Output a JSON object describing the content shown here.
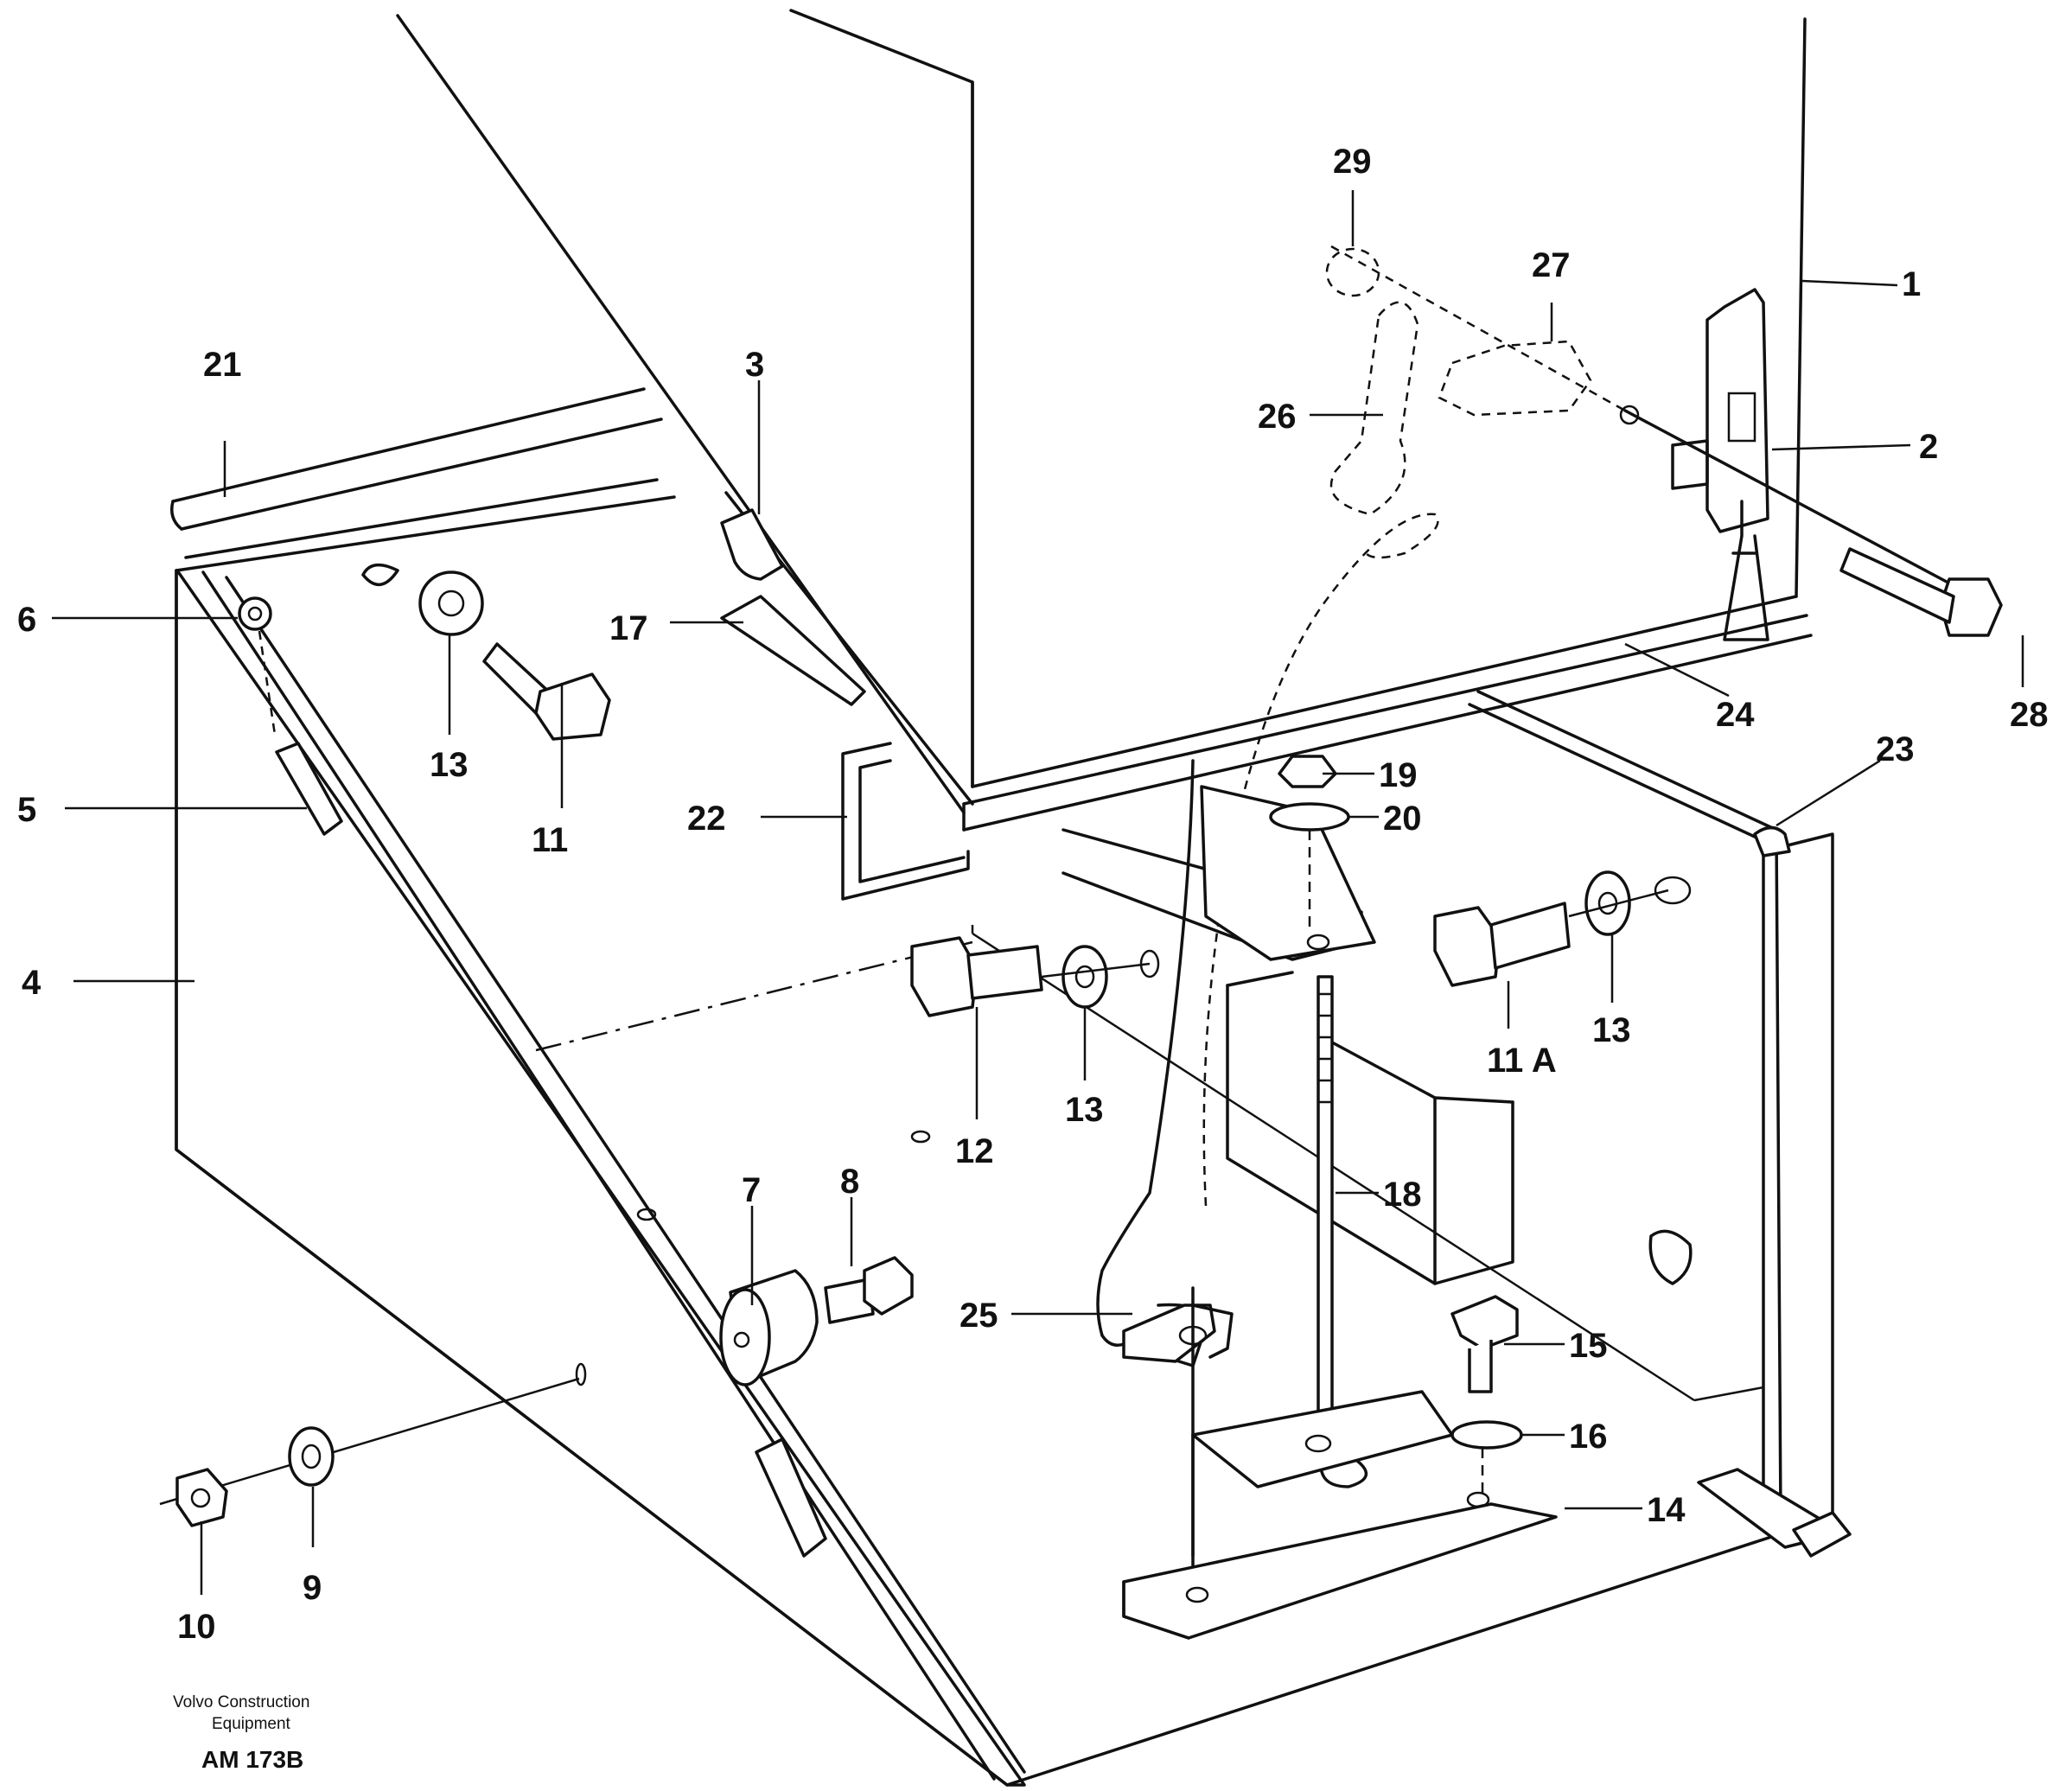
{
  "callouts": [
    {
      "id": "c1",
      "text": "1"
    },
    {
      "id": "c2",
      "text": "2"
    },
    {
      "id": "c3",
      "text": "3"
    },
    {
      "id": "c4",
      "text": "4"
    },
    {
      "id": "c5",
      "text": "5"
    },
    {
      "id": "c6",
      "text": "6"
    },
    {
      "id": "c7",
      "text": "7"
    },
    {
      "id": "c8",
      "text": "8"
    },
    {
      "id": "c9",
      "text": "9"
    },
    {
      "id": "c10",
      "text": "10"
    },
    {
      "id": "c11",
      "text": "11"
    },
    {
      "id": "c11a",
      "text": "11 A"
    },
    {
      "id": "c12",
      "text": "12"
    },
    {
      "id": "c13a",
      "text": "13"
    },
    {
      "id": "c13b",
      "text": "13"
    },
    {
      "id": "c13c",
      "text": "13"
    },
    {
      "id": "c14",
      "text": "14"
    },
    {
      "id": "c15",
      "text": "15"
    },
    {
      "id": "c16",
      "text": "16"
    },
    {
      "id": "c17",
      "text": "17"
    },
    {
      "id": "c18",
      "text": "18"
    },
    {
      "id": "c19",
      "text": "19"
    },
    {
      "id": "c20",
      "text": "20"
    },
    {
      "id": "c21",
      "text": "21"
    },
    {
      "id": "c22",
      "text": "22"
    },
    {
      "id": "c23",
      "text": "23"
    },
    {
      "id": "c24",
      "text": "24"
    },
    {
      "id": "c25",
      "text": "25"
    },
    {
      "id": "c26",
      "text": "26"
    },
    {
      "id": "c27",
      "text": "27"
    },
    {
      "id": "c28",
      "text": "28"
    },
    {
      "id": "c29",
      "text": "29"
    }
  ],
  "footer": {
    "company_line1": "Volvo Construction",
    "company_line2": "Equipment",
    "drawing_code": "AM 173B"
  }
}
